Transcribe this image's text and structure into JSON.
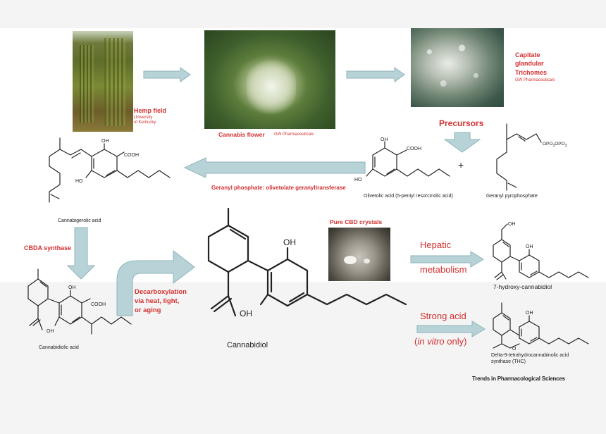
{
  "labels": {
    "hemp_field": "Hemp field",
    "hemp_field_source_1": "University",
    "hemp_field_source_2": "of Kentucky",
    "cannabis_flower": "Cannabis flower",
    "cannabis_flower_source": "GW Pharmaceuticals",
    "trichomes_1": "Capitate",
    "trichomes_2": "glandular",
    "trichomes_3": "Trichomes",
    "trichomes_source": "GW Pharmaceuticals",
    "precursors": "Precursors",
    "olivetolic_acid": "Olivetolic acid (5-pentyl resorcinolic acid)",
    "geranyl_pyrophosphate": "Geranyl pyrophosphate",
    "plus": "+",
    "enzyme_gpo": "Geranyl phosphate: olivetolate geranyltransferase",
    "cannabigerolic_acid": "Cannabigerolic acid",
    "cbda_synthase": "CBDA synthase",
    "cannabidiolic_acid": "Cannabidiolic acid",
    "decarb_1": "Decarboxylation",
    "decarb_2": "via heat, light,",
    "decarb_3": "or aging",
    "cannabidiol": "Cannabidiol",
    "pure_cbd": "Pure CBD crystals",
    "hepatic": "Hepatic",
    "metabolism": "metabolism",
    "hydroxy_cbd": "7-hydroxy-cannabidiol",
    "strong_acid": "Strong acid",
    "in_vitro_italic": "in vitro",
    "in_vitro_open": "(",
    "in_vitro_rest": " only)",
    "thc_1": "Delta-9-tetrahydrocannabinolic acid",
    "thc_2": "synthase (THC)",
    "journal": "Trends in Pharmacological Sciences"
  },
  "atoms": {
    "oh": "OH",
    "cooh": "COOH",
    "ho": "HO",
    "opo": "OPO",
    "sub3": "3",
    "o": "O",
    "po": "PO"
  },
  "colors": {
    "accent_red": "#d32f2f",
    "arrow_fill": "#b7d3d8"
  }
}
